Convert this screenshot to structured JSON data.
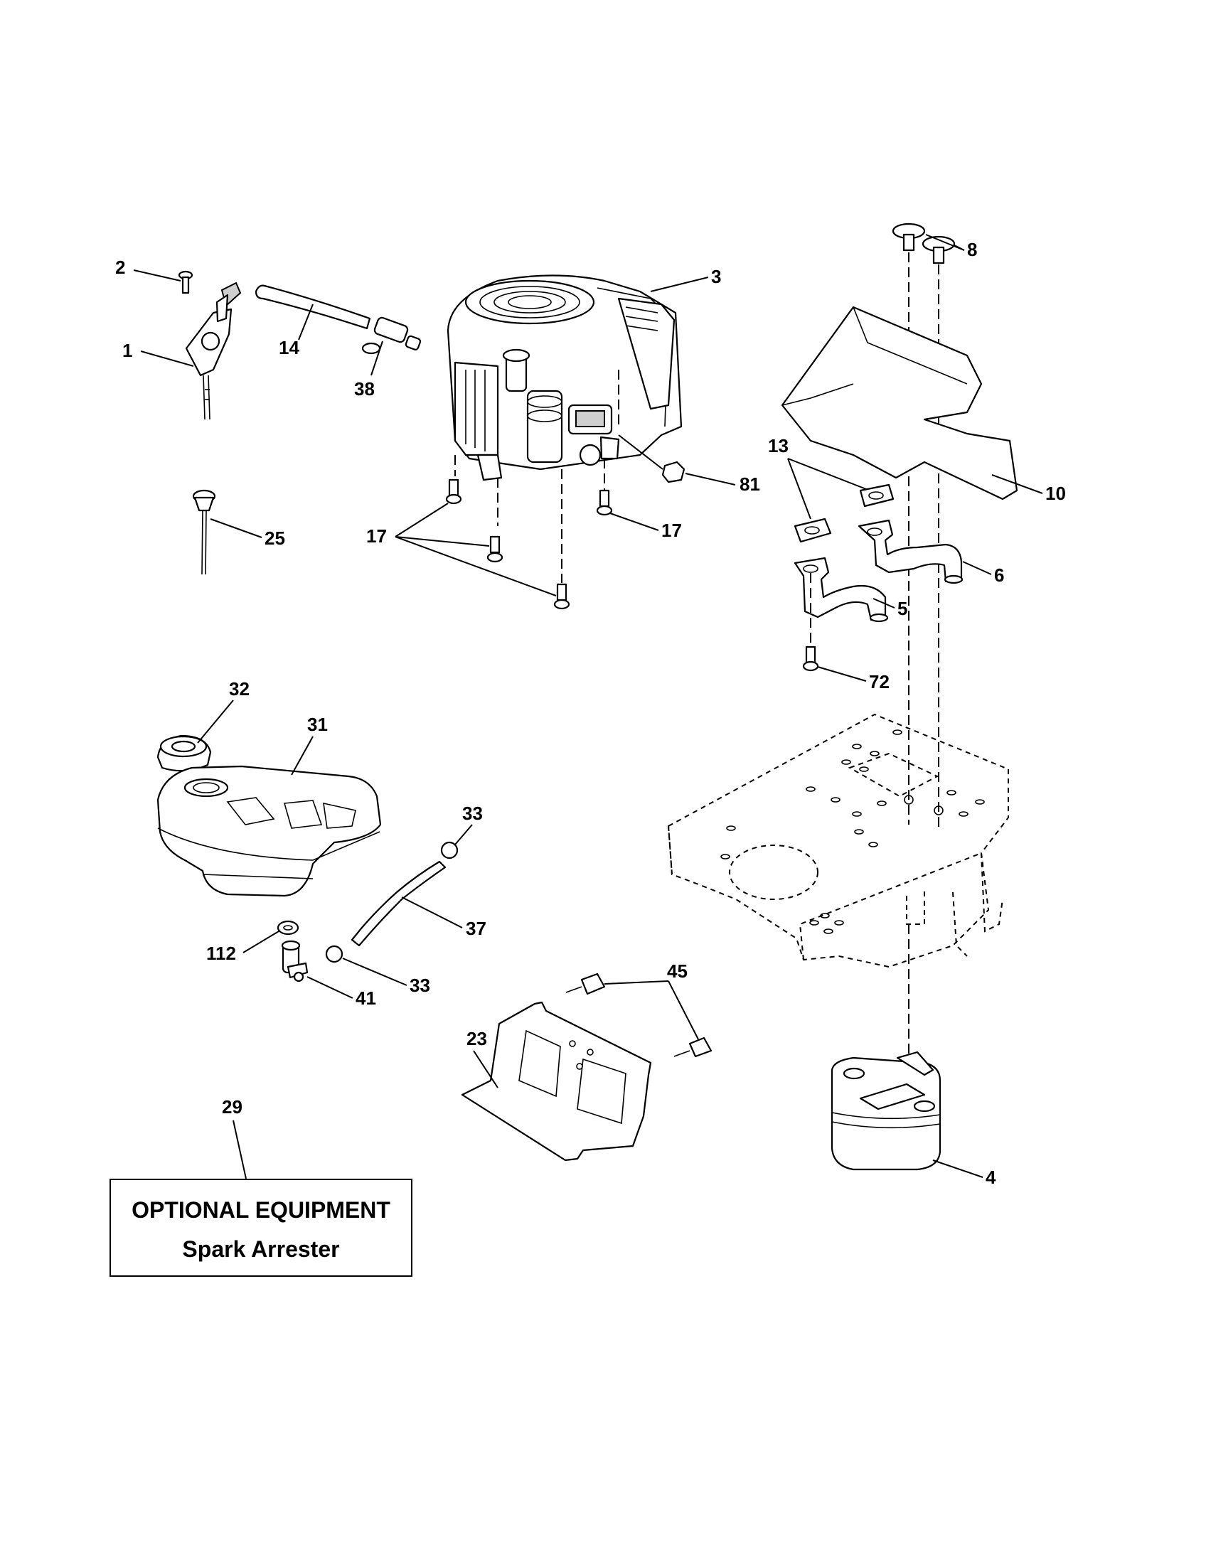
{
  "callouts": {
    "c1": "1",
    "c2": "2",
    "c3": "3",
    "c4": "4",
    "c5": "5",
    "c6": "6",
    "c8": "8",
    "c10": "10",
    "c13": "13",
    "c14": "14",
    "c17a": "17",
    "c17b": "17",
    "c23": "23",
    "c25": "25",
    "c29": "29",
    "c31": "31",
    "c32": "32",
    "c33a": "33",
    "c33b": "33",
    "c37": "37",
    "c38": "38",
    "c41": "41",
    "c45": "45",
    "c72": "72",
    "c81": "81",
    "c112": "112"
  },
  "optional_box": {
    "title": "OPTIONAL EQUIPMENT",
    "subtitle": "Spark Arrester"
  }
}
